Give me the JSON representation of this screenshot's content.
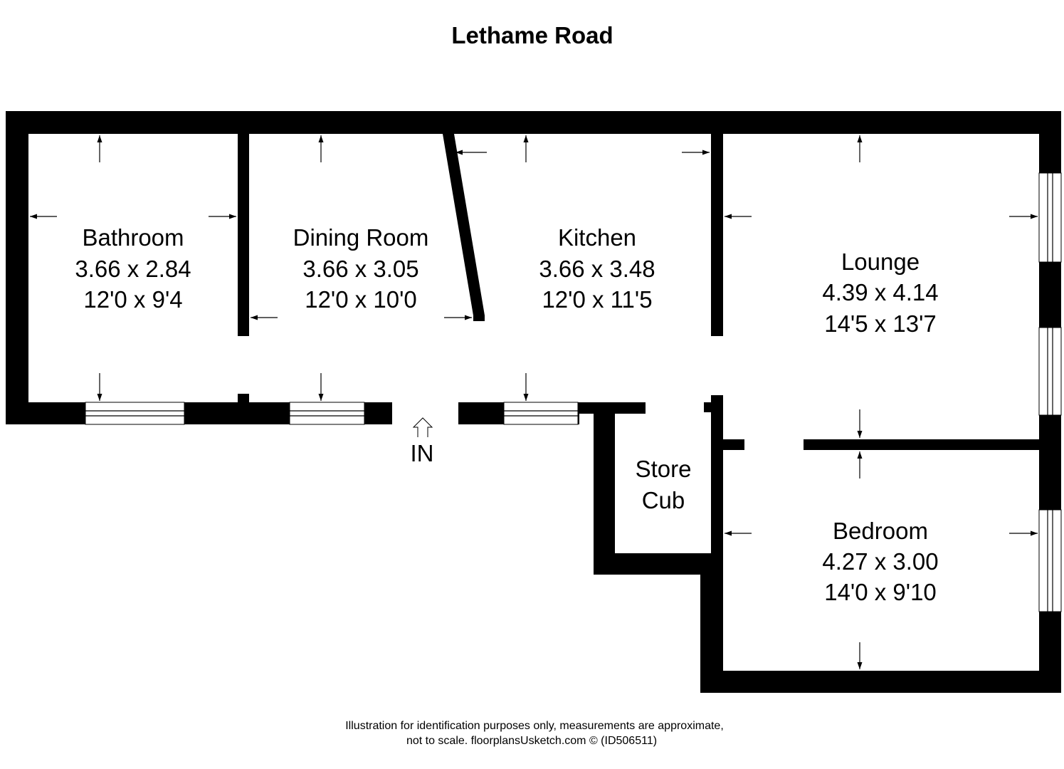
{
  "title": "Lethame Road",
  "entrance_label": "IN",
  "rooms": {
    "bathroom": {
      "name": "Bathroom",
      "metric": "3.66 x 2.84",
      "imperial": "12'0 x 9'4"
    },
    "dining": {
      "name": "Dining Room",
      "metric": "3.66 x 3.05",
      "imperial": "12'0 x 10'0"
    },
    "kitchen": {
      "name": "Kitchen",
      "metric": "3.66 x 3.48",
      "imperial": "12'0 x 11'5"
    },
    "lounge": {
      "name": "Lounge",
      "metric": "4.39 x 4.14",
      "imperial": "14'5 x 13'7"
    },
    "bedroom": {
      "name": "Bedroom",
      "metric": "4.27 x 3.00",
      "imperial": "14'0 x 9'10"
    },
    "store": {
      "name_line1": "Store",
      "name_line2": "Cub"
    }
  },
  "footer": {
    "line1": "Illustration for identification purposes only, measurements are approximate,",
    "line2": "not to scale. floorplansUsketch.com © (ID506511)"
  },
  "colors": {
    "wall": "#000000",
    "background": "#ffffff"
  }
}
